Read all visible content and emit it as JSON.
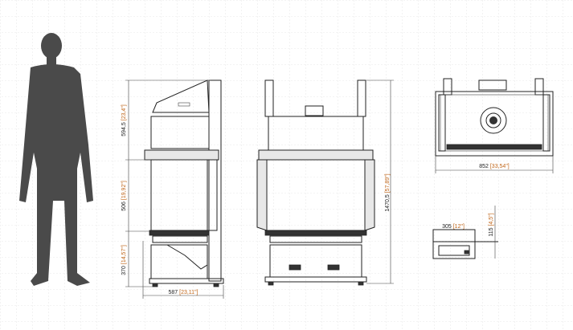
{
  "dimensions": {
    "side_top": {
      "mm": "594,5",
      "in": "[23,4\"]"
    },
    "side_middle": {
      "mm": "506",
      "in": "[19,92\"]"
    },
    "side_bottom": {
      "mm": "370",
      "in": "[14,57\"]"
    },
    "side_depth": {
      "mm": "587",
      "in": "[23,11\"]"
    },
    "front_height": {
      "mm": "1470,5",
      "in": "[57,89\"]"
    },
    "top_width": {
      "mm": "852",
      "in": "[33,54\"]"
    },
    "box_width": {
      "mm": "305",
      "in": "[12\"]"
    },
    "box_height": {
      "mm": "115",
      "in": "[4,5\"]"
    }
  },
  "colors": {
    "silhouette": "#4a4a4a",
    "grid": "#d6d6d6",
    "inch_text": "#c0661a"
  }
}
